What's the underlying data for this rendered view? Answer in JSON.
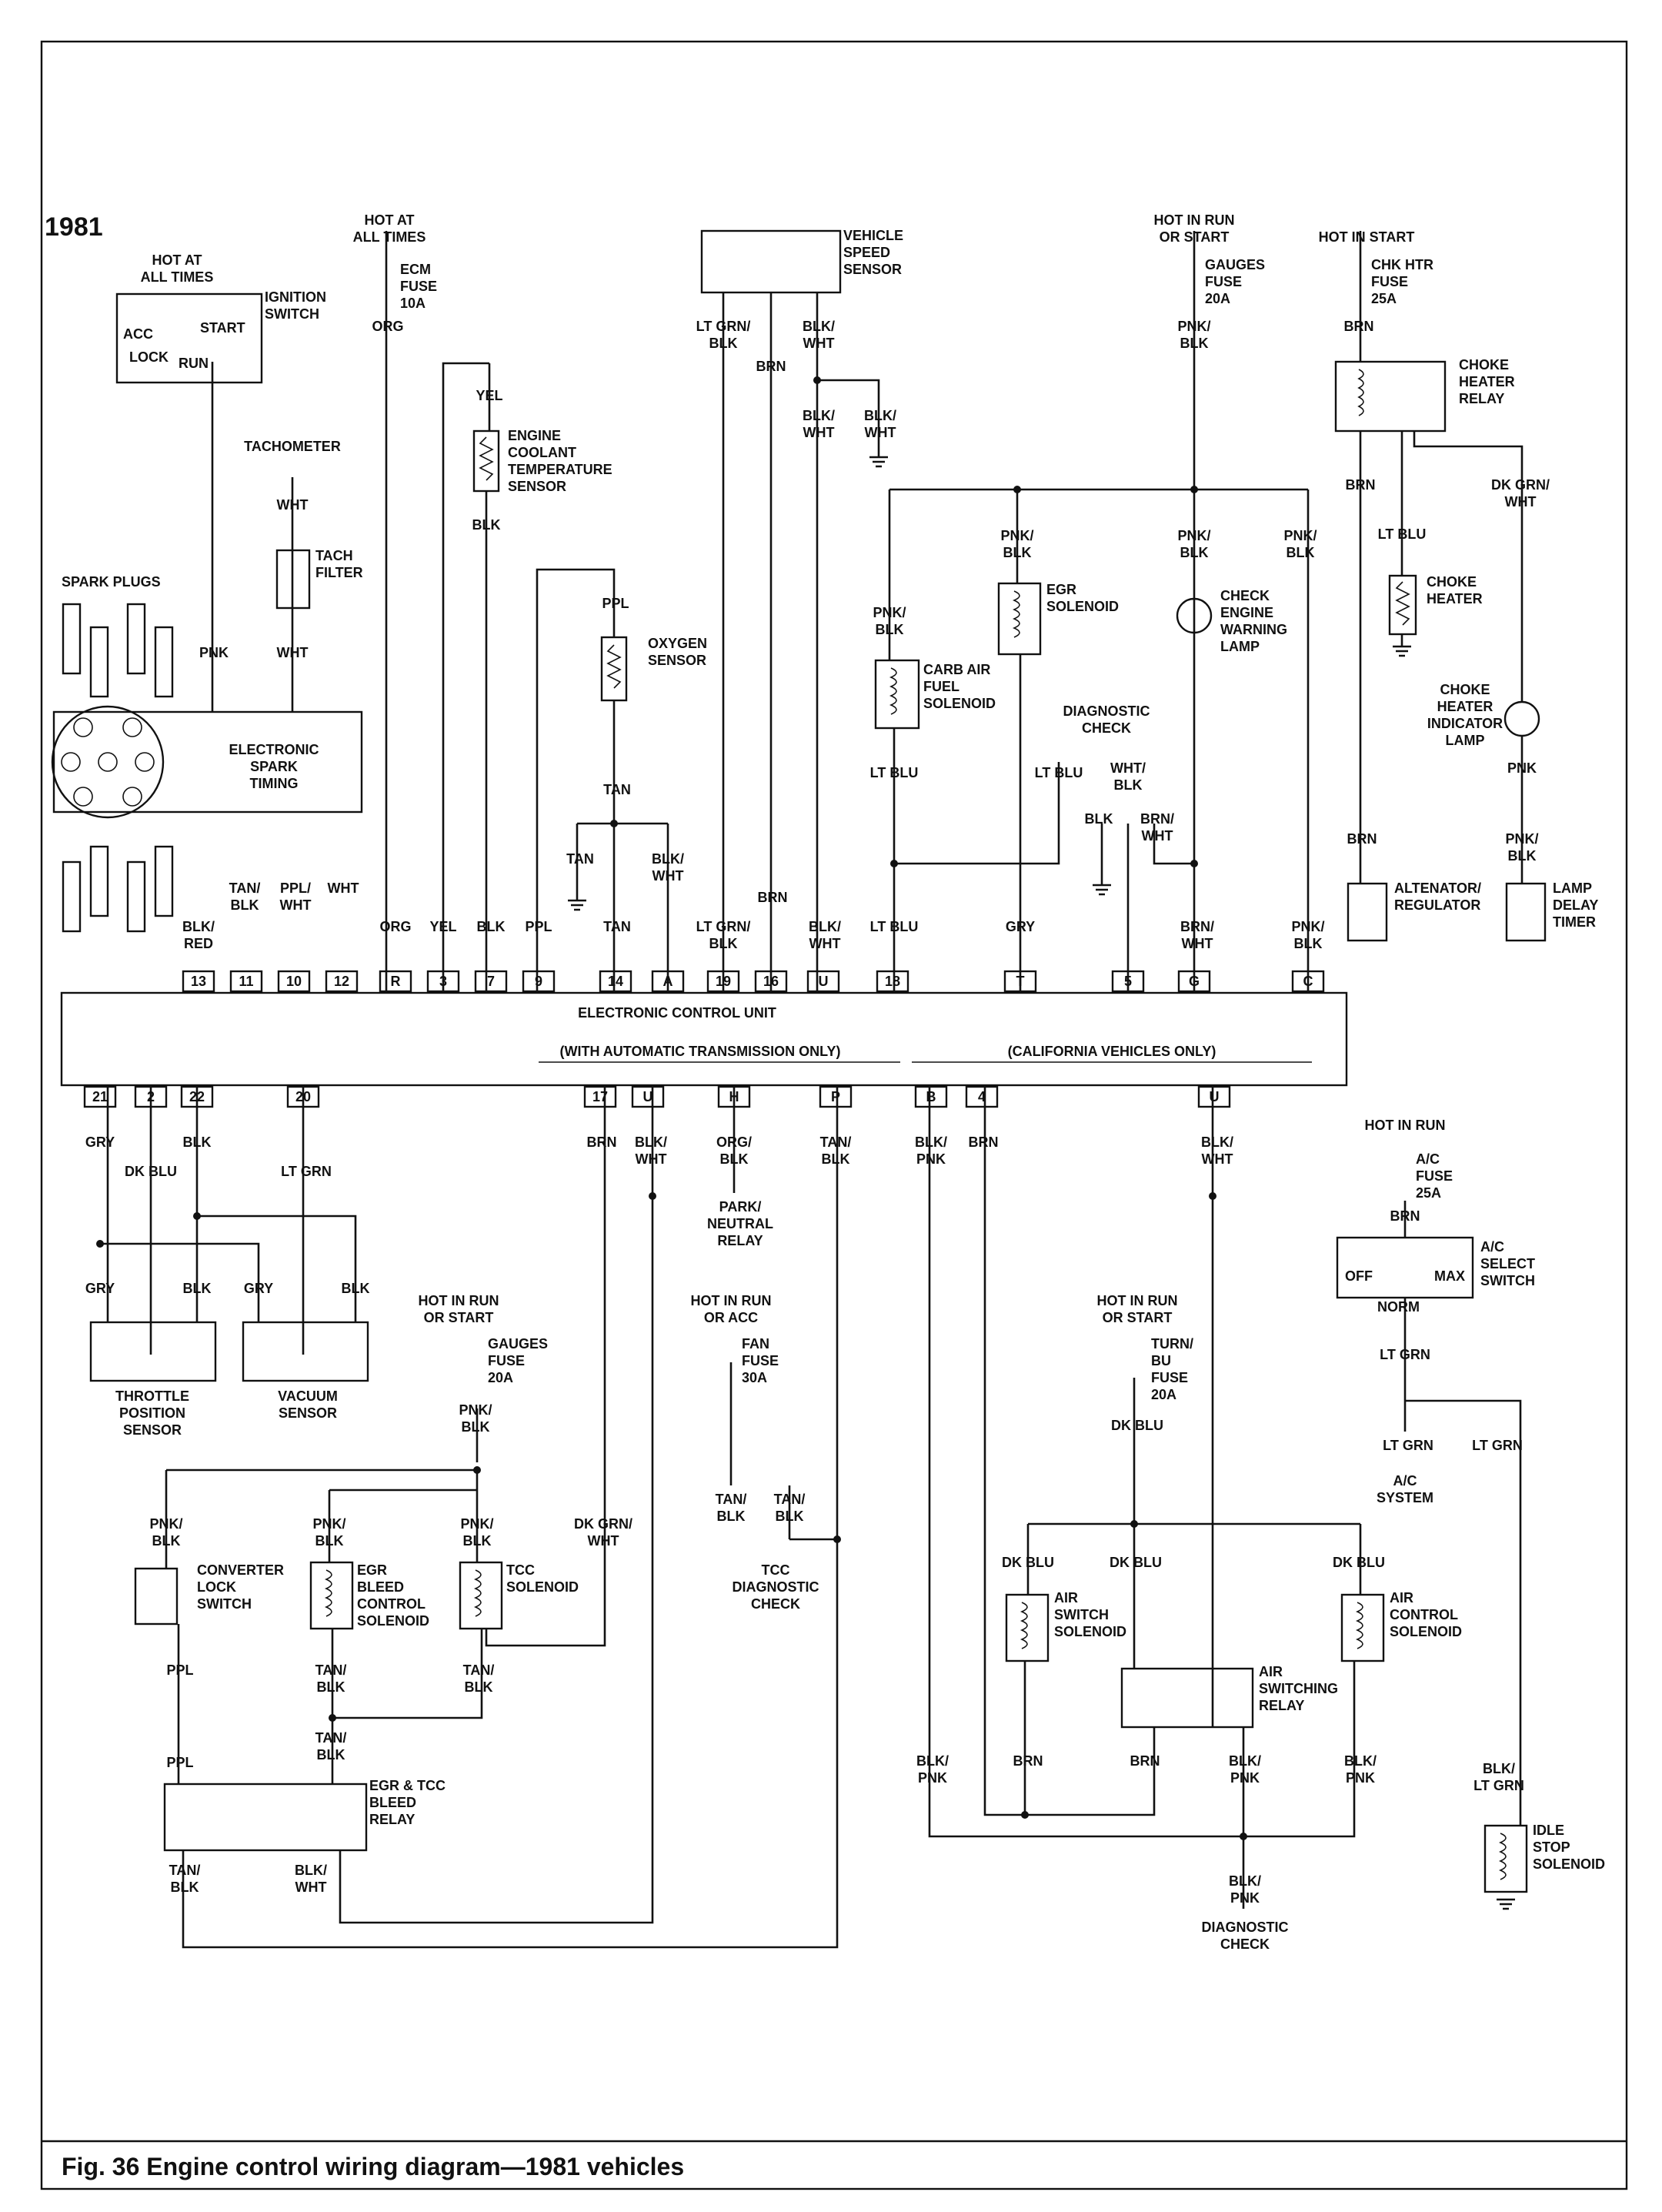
{
  "year": "1981",
  "caption": "Fig. 36 Engine control wiring diagram—1981 vehicles",
  "ecu": {
    "title": "ELECTRONIC CONTROL UNIT",
    "note_auto": "(WITH AUTOMATIC TRANSMISSION ONLY)",
    "note_calif": "(CALIFORNIA VEHICLES ONLY)",
    "top_pins": [
      "13",
      "11",
      "10",
      "12",
      "R",
      "3",
      "7",
      "9",
      "14",
      "A",
      "19",
      "16",
      "U",
      "18",
      "T",
      "5",
      "G",
      "C"
    ],
    "bottom_pins": [
      "21",
      "2",
      "22",
      "20",
      "17",
      "U",
      "H",
      "P",
      "B",
      "4",
      "U"
    ]
  },
  "labels": [
    {
      "id": "hot-all-times-1",
      "lines": [
        "HOT AT",
        "ALL TIMES"
      ]
    },
    {
      "id": "ignition-switch",
      "lines": [
        "IGNITION",
        "SWITCH"
      ]
    },
    {
      "id": "acc",
      "lines": [
        "ACC"
      ]
    },
    {
      "id": "start",
      "lines": [
        "START"
      ]
    },
    {
      "id": "lock",
      "lines": [
        "LOCK"
      ]
    },
    {
      "id": "run",
      "lines": [
        "RUN"
      ]
    },
    {
      "id": "hot-all-times-2",
      "lines": [
        "HOT AT",
        "ALL TIMES"
      ]
    },
    {
      "id": "ecm-fuse",
      "lines": [
        "ECM",
        "FUSE",
        "10A"
      ]
    },
    {
      "id": "org-1",
      "lines": [
        "ORG"
      ]
    },
    {
      "id": "tachometer",
      "lines": [
        "TACHOMETER"
      ]
    },
    {
      "id": "wht-1",
      "lines": [
        "WHT"
      ]
    },
    {
      "id": "tach-filter",
      "lines": [
        "TACH",
        "FILTER"
      ]
    },
    {
      "id": "wht-2",
      "lines": [
        "WHT"
      ]
    },
    {
      "id": "spark-plugs",
      "lines": [
        "SPARK PLUGS"
      ]
    },
    {
      "id": "pnk-1",
      "lines": [
        "PNK"
      ]
    },
    {
      "id": "est",
      "lines": [
        "ELECTRONIC",
        "SPARK",
        "TIMING"
      ]
    },
    {
      "id": "yel-1",
      "lines": [
        "YEL"
      ]
    },
    {
      "id": "ects",
      "lines": [
        "ENGINE",
        "COOLANT",
        "TEMPERATURE",
        "SENSOR"
      ]
    },
    {
      "id": "blk-1",
      "lines": [
        "BLK"
      ]
    },
    {
      "id": "ppl-1",
      "lines": [
        "PPL"
      ]
    },
    {
      "id": "oxygen-sensor",
      "lines": [
        "OXYGEN",
        "SENSOR"
      ]
    },
    {
      "id": "tan-1",
      "lines": [
        "TAN"
      ]
    },
    {
      "id": "tan-2",
      "lines": [
        "TAN"
      ]
    },
    {
      "id": "blk-wht-1",
      "lines": [
        "BLK/",
        "WHT"
      ]
    },
    {
      "id": "tan-3",
      "lines": [
        "TAN"
      ]
    },
    {
      "id": "vss",
      "lines": [
        "VEHICLE",
        "SPEED",
        "SENSOR"
      ]
    },
    {
      "id": "lt-grn-blk-1",
      "lines": [
        "LT GRN/",
        "BLK"
      ]
    },
    {
      "id": "brn-1",
      "lines": [
        "BRN"
      ]
    },
    {
      "id": "blk-wht-2",
      "lines": [
        "BLK/",
        "WHT"
      ]
    },
    {
      "id": "blk-wht-3",
      "lines": [
        "BLK/",
        "WHT"
      ]
    },
    {
      "id": "blk-wht-4",
      "lines": [
        "BLK/",
        "WHT"
      ]
    },
    {
      "id": "lt-grn-blk-2",
      "lines": [
        "LT GRN/",
        "BLK"
      ]
    },
    {
      "id": "brn-2",
      "lines": [
        "BRN"
      ]
    },
    {
      "id": "blk-wht-5",
      "lines": [
        "BLK/",
        "WHT"
      ]
    },
    {
      "id": "hot-run-start-1",
      "lines": [
        "HOT IN RUN",
        "OR START"
      ]
    },
    {
      "id": "gauges-fuse-1",
      "lines": [
        "GAUGES",
        "FUSE",
        "20A"
      ]
    },
    {
      "id": "pnk-blk-1",
      "lines": [
        "PNK/",
        "BLK"
      ]
    },
    {
      "id": "pnk-blk-2",
      "lines": [
        "PNK/",
        "BLK"
      ]
    },
    {
      "id": "egr-solenoid",
      "lines": [
        "EGR",
        "SOLENOID"
      ]
    },
    {
      "id": "pnk-blk-3",
      "lines": [
        "PNK/",
        "BLK"
      ]
    },
    {
      "id": "check-engine",
      "lines": [
        "CHECK",
        "ENGINE",
        "WARNING",
        "LAMP"
      ]
    },
    {
      "id": "pnk-blk-4",
      "lines": [
        "PNK/",
        "BLK"
      ]
    },
    {
      "id": "pnk-blk-5",
      "lines": [
        "PNK/",
        "BLK"
      ]
    },
    {
      "id": "carb-air-fuel",
      "lines": [
        "CARB AIR",
        "FUEL",
        "SOLENOID"
      ]
    },
    {
      "id": "diagnostic-check-1",
      "lines": [
        "DIAGNOSTIC",
        "CHECK"
      ]
    },
    {
      "id": "lt-blu-1",
      "lines": [
        "LT BLU"
      ]
    },
    {
      "id": "lt-blu-2",
      "lines": [
        "LT BLU"
      ]
    },
    {
      "id": "wht-blk-1",
      "lines": [
        "WHT/",
        "BLK"
      ]
    },
    {
      "id": "blk-2",
      "lines": [
        "BLK"
      ]
    },
    {
      "id": "brn-wht-1",
      "lines": [
        "BRN/",
        "WHT"
      ]
    },
    {
      "id": "lt-blu-3",
      "lines": [
        "LT BLU"
      ]
    },
    {
      "id": "gry-1",
      "lines": [
        "GRY"
      ]
    },
    {
      "id": "brn-wht-2",
      "lines": [
        "BRN/",
        "WHT"
      ]
    },
    {
      "id": "pnk-blk-6",
      "lines": [
        "PNK/",
        "BLK"
      ]
    },
    {
      "id": "hot-start",
      "lines": [
        "HOT IN START"
      ]
    },
    {
      "id": "chk-htr-fuse",
      "lines": [
        "CHK HTR",
        "FUSE",
        "25A"
      ]
    },
    {
      "id": "brn-3",
      "lines": [
        "BRN"
      ]
    },
    {
      "id": "choke-heater-relay",
      "lines": [
        "CHOKE",
        "HEATER",
        "RELAY"
      ]
    },
    {
      "id": "brn-4",
      "lines": [
        "BRN"
      ]
    },
    {
      "id": "dk-grn-wht-1",
      "lines": [
        "DK GRN/",
        "WHT"
      ]
    },
    {
      "id": "lt-blu-4",
      "lines": [
        "LT BLU"
      ]
    },
    {
      "id": "choke-heater",
      "lines": [
        "CHOKE",
        "HEATER"
      ]
    },
    {
      "id": "choke-lamp",
      "lines": [
        "CHOKE",
        "HEATER",
        "INDICATOR",
        "LAMP"
      ]
    },
    {
      "id": "pnk-2",
      "lines": [
        "PNK"
      ]
    },
    {
      "id": "brn-5",
      "lines": [
        "BRN"
      ]
    },
    {
      "id": "pnk-blk-7",
      "lines": [
        "PNK/",
        "BLK"
      ]
    },
    {
      "id": "alternator",
      "lines": [
        "ALTENATOR/",
        "REGULATOR"
      ]
    },
    {
      "id": "lamp-delay",
      "lines": [
        "LAMP",
        "DELAY",
        "TIMER"
      ]
    },
    {
      "id": "blk-red",
      "lines": [
        "BLK/",
        "RED"
      ]
    },
    {
      "id": "tan-blk-1",
      "lines": [
        "TAN/",
        "BLK"
      ]
    },
    {
      "id": "ppl-wht",
      "lines": [
        "PPL/",
        "WHT"
      ]
    },
    {
      "id": "wht-3",
      "lines": [
        "WHT"
      ]
    },
    {
      "id": "org-2",
      "lines": [
        "ORG"
      ]
    },
    {
      "id": "yel-2",
      "lines": [
        "YEL"
      ]
    },
    {
      "id": "blk-3",
      "lines": [
        "BLK"
      ]
    },
    {
      "id": "ppl-2",
      "lines": [
        "PPL"
      ]
    },
    {
      "id": "gry-2",
      "lines": [
        "GRY"
      ]
    },
    {
      "id": "dk-blu-1",
      "lines": [
        "DK BLU"
      ]
    },
    {
      "id": "blk-4",
      "lines": [
        "BLK"
      ]
    },
    {
      "id": "lt-grn-1",
      "lines": [
        "LT GRN"
      ]
    },
    {
      "id": "gry-3",
      "lines": [
        "GRY"
      ]
    },
    {
      "id": "blk-5",
      "lines": [
        "BLK"
      ]
    },
    {
      "id": "gry-4",
      "lines": [
        "GRY"
      ]
    },
    {
      "id": "blk-6",
      "lines": [
        "BLK"
      ]
    },
    {
      "id": "tps",
      "lines": [
        "THROTTLE",
        "POSITION",
        "SENSOR"
      ]
    },
    {
      "id": "vacuum-sensor",
      "lines": [
        "VACUUM",
        "SENSOR"
      ]
    },
    {
      "id": "brn-6",
      "lines": [
        "BRN"
      ]
    },
    {
      "id": "blk-wht-6",
      "lines": [
        "BLK/",
        "WHT"
      ]
    },
    {
      "id": "org-blk",
      "lines": [
        "ORG/",
        "BLK"
      ]
    },
    {
      "id": "park-neutral",
      "lines": [
        "PARK/",
        "NEUTRAL",
        "RELAY"
      ]
    },
    {
      "id": "tan-blk-2",
      "lines": [
        "TAN/",
        "BLK"
      ]
    },
    {
      "id": "blk-pnk-1",
      "lines": [
        "BLK/",
        "PNK"
      ]
    },
    {
      "id": "brn-7",
      "lines": [
        "BRN"
      ]
    },
    {
      "id": "blk-wht-7",
      "lines": [
        "BLK/",
        "WHT"
      ]
    },
    {
      "id": "hot-run-2",
      "lines": [
        "HOT IN RUN"
      ]
    },
    {
      "id": "ac-fuse",
      "lines": [
        "A/C",
        "FUSE",
        "25A"
      ]
    },
    {
      "id": "brn-8",
      "lines": [
        "BRN"
      ]
    },
    {
      "id": "ac-select",
      "lines": [
        "A/C",
        "SELECT",
        "SWITCH"
      ]
    },
    {
      "id": "off",
      "lines": [
        "OFF"
      ]
    },
    {
      "id": "max",
      "lines": [
        "MAX"
      ]
    },
    {
      "id": "norm",
      "lines": [
        "NORM"
      ]
    },
    {
      "id": "lt-grn-2",
      "lines": [
        "LT GRN"
      ]
    },
    {
      "id": "lt-grn-3",
      "lines": [
        "LT GRN"
      ]
    },
    {
      "id": "lt-grn-4",
      "lines": [
        "LT GRN"
      ]
    },
    {
      "id": "ac-system",
      "lines": [
        "A/C",
        "SYSTEM"
      ]
    },
    {
      "id": "hot-run-start-3",
      "lines": [
        "HOT IN RUN",
        "OR START"
      ]
    },
    {
      "id": "gauges-fuse-2",
      "lines": [
        "GAUGES",
        "FUSE",
        "20A"
      ]
    },
    {
      "id": "pnk-blk-8",
      "lines": [
        "PNK/",
        "BLK"
      ]
    },
    {
      "id": "hot-run-acc",
      "lines": [
        "HOT IN RUN",
        "OR ACC"
      ]
    },
    {
      "id": "fan-fuse",
      "lines": [
        "FAN",
        "FUSE",
        "30A"
      ]
    },
    {
      "id": "hot-run-start-4",
      "lines": [
        "HOT IN RUN",
        "OR START"
      ]
    },
    {
      "id": "turn-bu-fuse",
      "lines": [
        "TURN/",
        "BU",
        "FUSE",
        "20A"
      ]
    },
    {
      "id": "dk-blu-2",
      "lines": [
        "DK BLU"
      ]
    },
    {
      "id": "pnk-blk-9",
      "lines": [
        "PNK/",
        "BLK"
      ]
    },
    {
      "id": "pnk-blk-10",
      "lines": [
        "PNK/",
        "BLK"
      ]
    },
    {
      "id": "pnk-blk-11",
      "lines": [
        "PNK/",
        "BLK"
      ]
    },
    {
      "id": "dk-grn-wht-2",
      "lines": [
        "DK GRN/",
        "WHT"
      ]
    },
    {
      "id": "tan-blk-3",
      "lines": [
        "TAN/",
        "BLK"
      ]
    },
    {
      "id": "tan-blk-4",
      "lines": [
        "TAN/",
        "BLK"
      ]
    },
    {
      "id": "tcc-diag",
      "lines": [
        "TCC",
        "DIAGNOSTIC",
        "CHECK"
      ]
    },
    {
      "id": "converter-lock",
      "lines": [
        "CONVERTER",
        "LOCK",
        "SWITCH"
      ]
    },
    {
      "id": "egr-bleed",
      "lines": [
        "EGR",
        "BLEED",
        "CONTROL",
        "SOLENOID"
      ]
    },
    {
      "id": "tcc-solenoid",
      "lines": [
        "TCC",
        "SOLENOID"
      ]
    },
    {
      "id": "ppl-3",
      "lines": [
        "PPL"
      ]
    },
    {
      "id": "tan-blk-5",
      "lines": [
        "TAN/",
        "BLK"
      ]
    },
    {
      "id": "tan-blk-6",
      "lines": [
        "TAN/",
        "BLK"
      ]
    },
    {
      "id": "ppl-4",
      "lines": [
        "PPL"
      ]
    },
    {
      "id": "tan-blk-7",
      "lines": [
        "TAN/",
        "BLK"
      ]
    },
    {
      "id": "egr-tcc-relay",
      "lines": [
        "EGR & TCC",
        "BLEED",
        "RELAY"
      ]
    },
    {
      "id": "tan-blk-8",
      "lines": [
        "TAN/",
        "BLK"
      ]
    },
    {
      "id": "blk-wht-8",
      "lines": [
        "BLK/",
        "WHT"
      ]
    },
    {
      "id": "dk-blu-3",
      "lines": [
        "DK BLU"
      ]
    },
    {
      "id": "dk-blu-4",
      "lines": [
        "DK BLU"
      ]
    },
    {
      "id": "dk-blu-5",
      "lines": [
        "DK BLU"
      ]
    },
    {
      "id": "air-switch-sol",
      "lines": [
        "AIR",
        "SWITCH",
        "SOLENOID"
      ]
    },
    {
      "id": "air-control-sol",
      "lines": [
        "AIR",
        "CONTROL",
        "SOLENOID"
      ]
    },
    {
      "id": "air-switching-relay",
      "lines": [
        "AIR",
        "SWITCHING",
        "RELAY"
      ]
    },
    {
      "id": "blk-pnk-2",
      "lines": [
        "BLK/",
        "PNK"
      ]
    },
    {
      "id": "brn-9",
      "lines": [
        "BRN"
      ]
    },
    {
      "id": "brn-10",
      "lines": [
        "BRN"
      ]
    },
    {
      "id": "blk-pnk-3",
      "lines": [
        "BLK/",
        "PNK"
      ]
    },
    {
      "id": "blk-pnk-4",
      "lines": [
        "BLK/",
        "PNK"
      ]
    },
    {
      "id": "blk-pnk-5",
      "lines": [
        "BLK/",
        "PNK"
      ]
    },
    {
      "id": "diagnostic-check-2",
      "lines": [
        "DIAGNOSTIC",
        "CHECK"
      ]
    },
    {
      "id": "blk-lt-grn",
      "lines": [
        "BLK/",
        "LT GRN"
      ]
    },
    {
      "id": "idle-stop",
      "lines": [
        "IDLE",
        "STOP",
        "SOLENOID"
      ]
    }
  ]
}
